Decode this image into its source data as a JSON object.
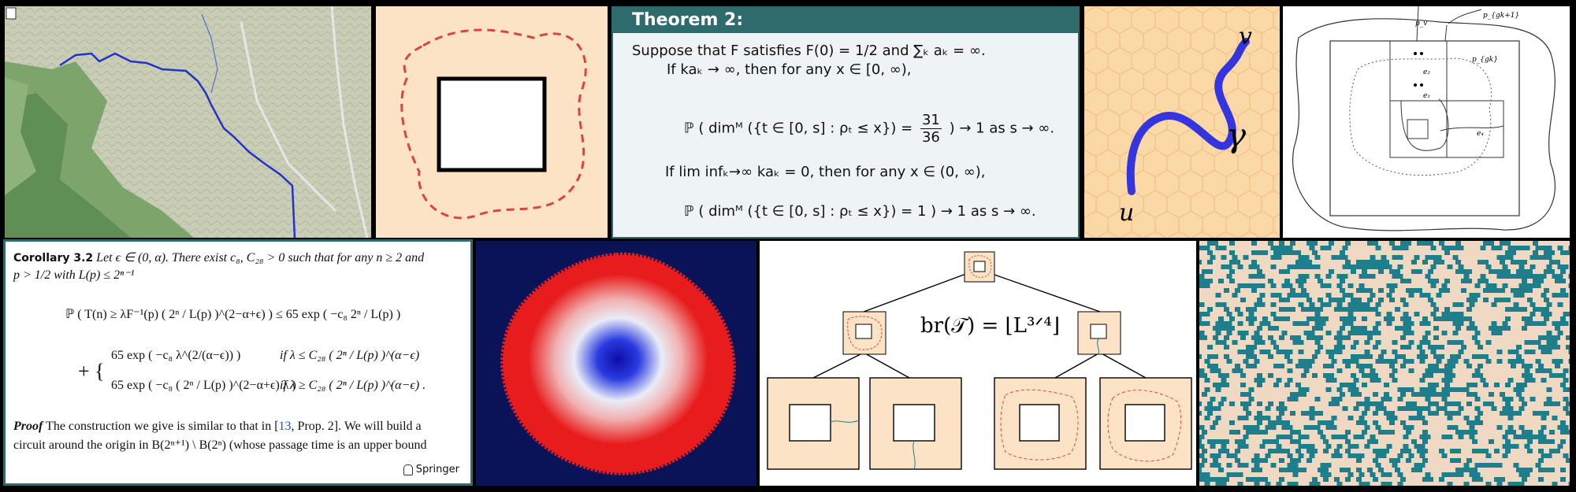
{
  "theorem": {
    "header": "Theorem 2:",
    "line1": "Suppose that F satisfies F(0) = 1/2 and ∑ₖ aₖ = ∞.",
    "line2": "If kaₖ → ∞, then for any x ∈ [0, ∞),",
    "eq1_left": "ℙ ( dimᴹ ({t ∈ [0, s] : ρₜ ≤ x}) = ",
    "eq1_num": "31",
    "eq1_den": "36",
    "eq1_right": ") → 1 as s → ∞.",
    "line3": "If lim infₖ→∞ kaₖ = 0, then for any x ∈ (0, ∞),",
    "eq2": "ℙ ( dimᴹ ({t ∈ [0, s] : ρₜ ≤ x}) = 1 ) → 1 as s → ∞."
  },
  "corollary": {
    "label": "Corollary 3.2",
    "statement1": "Let ϵ ∈ (0, α). There exist c₈, C₂₈ > 0 such that for any n ≥ 2 and",
    "statement2": "p > 1/2 with L(p) ≤ 2ⁿ⁻¹",
    "eq_main": "ℙ ( T(n) ≥ λF⁻¹(p) ( 2ⁿ / L(p) )^(2−α+ϵ) ) ≤ 65 exp ( −c₈ 2ⁿ / L(p) )",
    "case1_left": "65 exp ( −c₈ λ^(2/(α−ϵ)) )",
    "case1_cond": "if λ ≤ C₂₈ ( 2ⁿ / L(p) )^(α−ϵ)",
    "case2_left": "65 exp ( −c₈ ( 2ⁿ / L(p) )^(2−α+ϵ) λ )",
    "case2_cond": "if λ ≥ C₂₈ ( 2ⁿ / L(p) )^(α−ϵ) .",
    "proof_label": "Proof",
    "proof1a": "The construction we give is similar to that in [",
    "proof1_cite1": "13",
    "proof1b": ", Prop. 2]. We will build a",
    "proof2": "circuit around the origin in B(2ⁿ⁺¹) \\ B(2ⁿ) (whose passage time is an upper bound",
    "publisher": "Springer"
  },
  "hex_panel": {
    "label_v": "v",
    "label_u": "u",
    "label_gamma": "γ"
  },
  "tree_panel": {
    "formula": "br(𝒯) = ⌊L³ᐟ⁴⌋"
  },
  "annulus_panel": {
    "labels": [
      "p_v",
      "p_{gk+1}",
      "p_{gk}",
      "e₂",
      "e₁",
      "e₄"
    ]
  },
  "colors": {
    "teal": "#2f6b6d",
    "peach": "#fde3c6",
    "hex_fill": "#fbd9a6",
    "blue_path": "#3535e0",
    "red_dash": "#d9473a",
    "tile_teal": "#1e7f8c",
    "tile_bg": "#efd9c3",
    "navy_bg": "#0a1258"
  }
}
